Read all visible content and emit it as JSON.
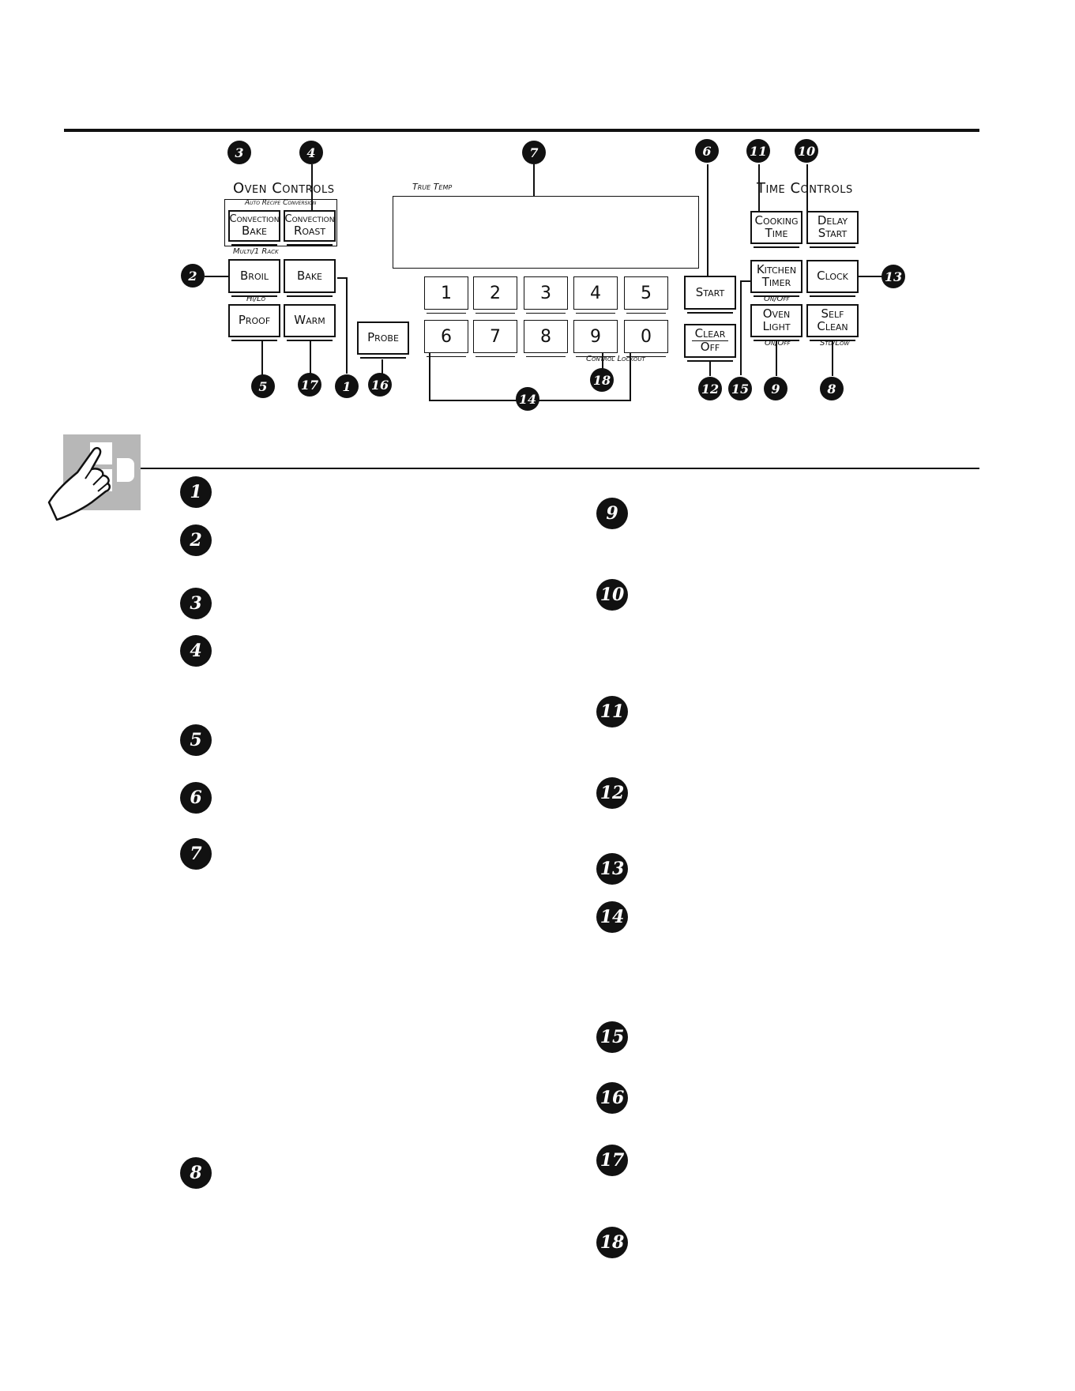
{
  "panel": {
    "oven_title": "Oven Controls",
    "oven_sub": "Auto Recipe Conversion",
    "time_title": "Time Controls",
    "display_label": "True Temp",
    "conv_bake": {
      "l1": "Convection",
      "l2": "Bake"
    },
    "conv_roast": {
      "l1": "Convection",
      "l2": "Roast"
    },
    "multi_rack": "Multi/1 Rack",
    "broil": "Broil",
    "bake": "Bake",
    "hilo": "Hi/Lo",
    "proof": "Proof",
    "warm": "Warm",
    "probe": "Probe",
    "start": "Start",
    "clear_off": {
      "l1": "Clear",
      "l2": "Off"
    },
    "cooking_time": {
      "l1": "Cooking",
      "l2": "Time"
    },
    "delay_start": {
      "l1": "Delay",
      "l2": "Start"
    },
    "kitchen_timer": {
      "l1": "Kitchen",
      "l2": "Timer"
    },
    "on_off": "On/Off",
    "clock": "Clock",
    "oven_light": {
      "l1": "Oven",
      "l2": "Light"
    },
    "on_off2": "On/Off",
    "self_clean": {
      "l1": "Self",
      "l2": "Clean"
    },
    "std_low": "Std/Low",
    "control_lockout": "Control Lockout",
    "keys_row1": [
      "1",
      "2",
      "3",
      "4",
      "5"
    ],
    "keys_row2": [
      "6",
      "7",
      "8",
      "9",
      "0"
    ]
  },
  "callouts": {
    "c1": "1",
    "c2": "2",
    "c3": "3",
    "c4": "4",
    "c5": "5",
    "c6": "6",
    "c7": "7",
    "c8": "8",
    "c9": "9",
    "c10": "10",
    "c11": "11",
    "c12": "12",
    "c13": "13",
    "c14": "14",
    "c15": "15",
    "c16": "16",
    "c17": "17",
    "c18": "18"
  },
  "list_left": [
    "1",
    "2",
    "3",
    "4",
    "5",
    "6",
    "7",
    "8"
  ],
  "list_right": [
    "9",
    "10",
    "11",
    "12",
    "13",
    "14",
    "15",
    "16",
    "17",
    "18"
  ]
}
